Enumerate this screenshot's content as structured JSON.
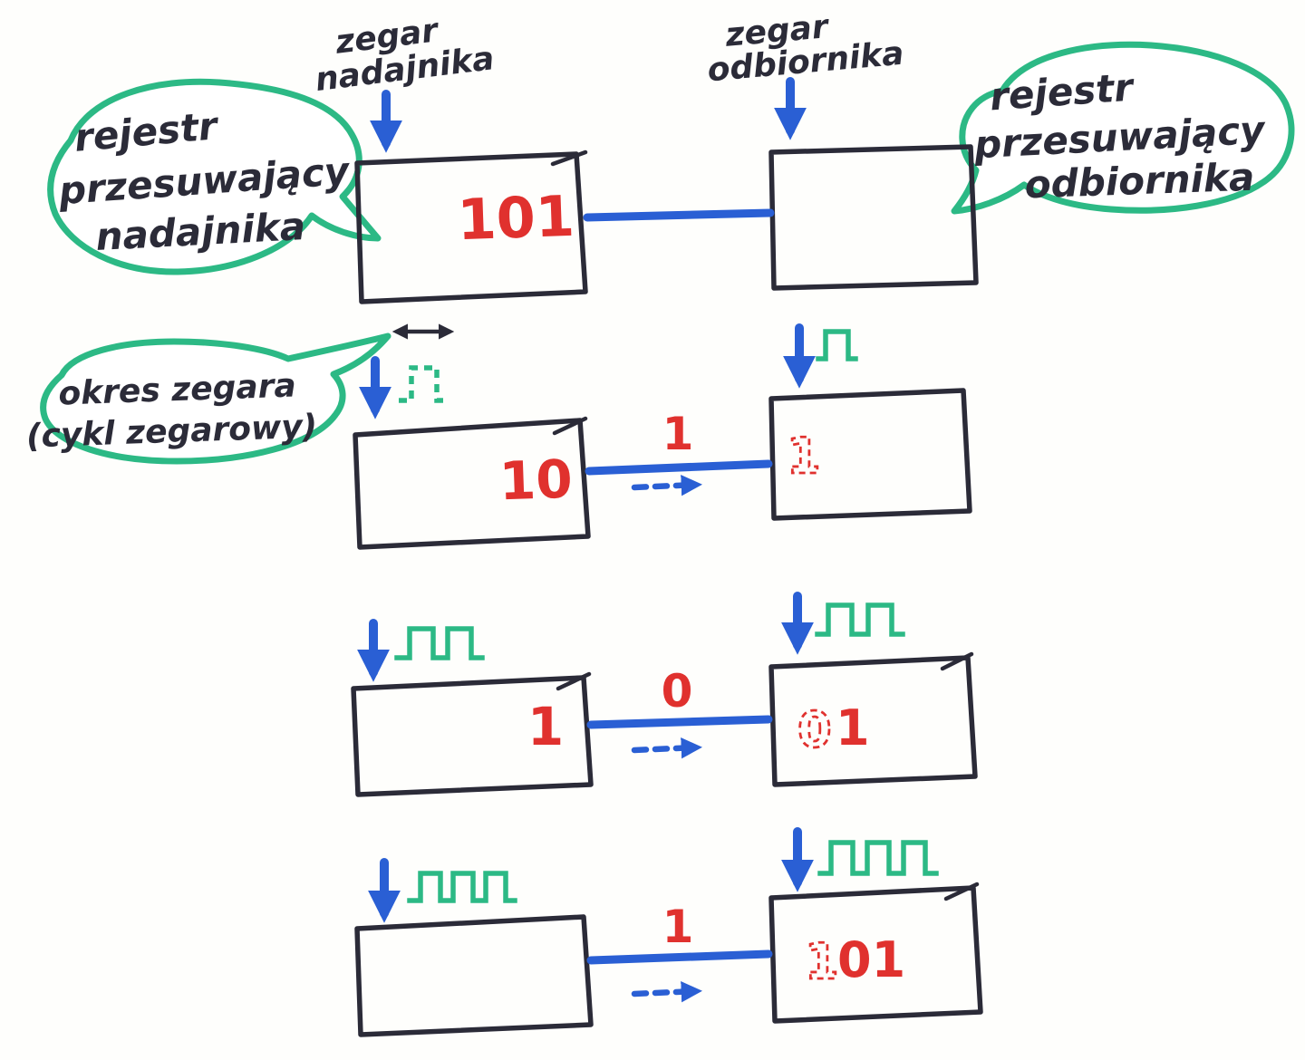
{
  "title": "shift-register-serial-transmission-sketch",
  "colors": {
    "ink": "#2b2b38",
    "blue": "#2a5fd4",
    "green": "#2cb985",
    "red": "#e0312e"
  },
  "labels": {
    "clock_tx": [
      "zegar",
      "nadajnika"
    ],
    "clock_rx": [
      "zegar",
      "odbiornika"
    ],
    "bubble_tx": [
      "rejestr",
      "przesuwający",
      "nadajnika"
    ],
    "bubble_rx": [
      "rejestr",
      "przesuwający",
      "odbiornika"
    ],
    "bubble_period": [
      "okres zegara",
      "(cykl zegarowy)"
    ]
  },
  "rows": [
    {
      "tx": "101",
      "bit": "",
      "rx_incoming": "",
      "rx_stored": ""
    },
    {
      "tx": "10",
      "bit": "1",
      "rx_incoming": "1",
      "rx_stored": ""
    },
    {
      "tx": "1",
      "bit": "0",
      "rx_incoming": "0",
      "rx_stored": "1"
    },
    {
      "tx": "",
      "bit": "1",
      "rx_incoming": "1",
      "rx_stored": "01"
    }
  ]
}
